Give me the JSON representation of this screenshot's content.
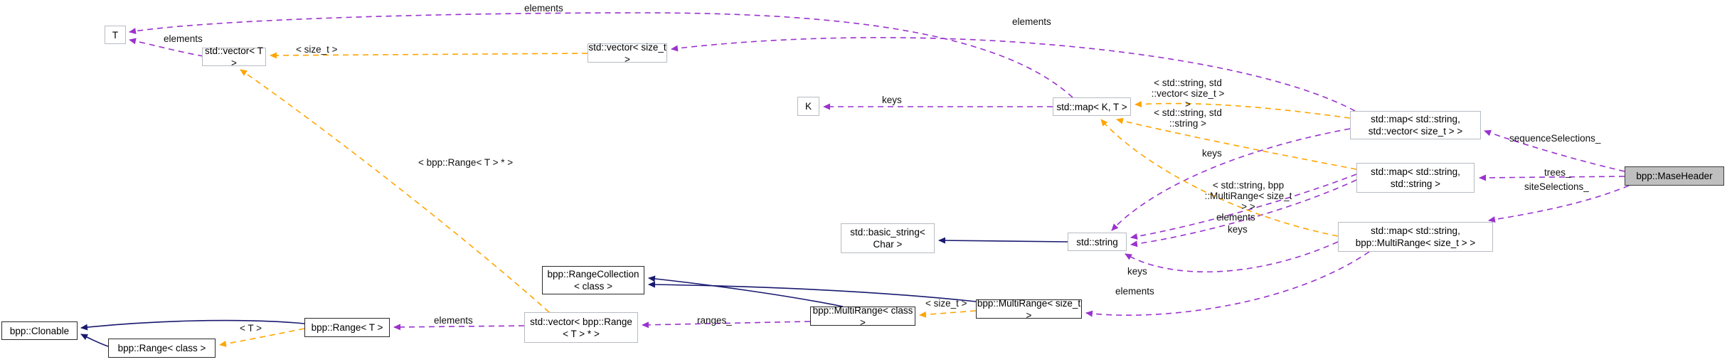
{
  "diagram": {
    "kind": "doxygen-collaboration-graph",
    "colors": {
      "inheritance_edge": "#191970",
      "usage_edge": "#9a32cd",
      "template_edge": "#ffa500",
      "node_border_external": "#b6bcc2",
      "node_border_bpp": "#2a2a2a",
      "current_node_fill": "#bfbfbf"
    },
    "nodes": [
      {
        "id": "t",
        "label": "T"
      },
      {
        "id": "vector-t",
        "label": "std::vector< T >"
      },
      {
        "id": "vector-size-t",
        "label": "std::vector< size_t >"
      },
      {
        "id": "k",
        "label": "K"
      },
      {
        "id": "map-k-t",
        "label": "std::map< K, T >"
      },
      {
        "id": "map-string-vector-size-t",
        "label": "std::map< std::string,\nstd::vector< size_t > >"
      },
      {
        "id": "map-string-string",
        "label": "std::map< std::string,\nstd::string >"
      },
      {
        "id": "map-string-multirange",
        "label": "std::map< std::string,\nbpp::MultiRange< size_t > >"
      },
      {
        "id": "mase-header",
        "label": "bpp::MaseHeader"
      },
      {
        "id": "basic-string",
        "label": "std::basic_string<\nChar >"
      },
      {
        "id": "string",
        "label": "std::string"
      },
      {
        "id": "range-collection",
        "label": "bpp::RangeCollection\n< class >"
      },
      {
        "id": "vector-range-ptr",
        "label": "std::vector< bpp::Range\n< T > * >"
      },
      {
        "id": "range-t",
        "label": "bpp::Range< T >"
      },
      {
        "id": "range-class",
        "label": "bpp::Range< class >"
      },
      {
        "id": "clonable",
        "label": "bpp::Clonable"
      },
      {
        "id": "multirange-class",
        "label": "bpp::MultiRange< class >"
      },
      {
        "id": "multirange-size-t",
        "label": "bpp::MultiRange< size_t >"
      }
    ],
    "edge_labels": [
      {
        "text": "elements"
      },
      {
        "text": "elements"
      },
      {
        "text": "< size_t >"
      },
      {
        "text": "elements"
      },
      {
        "text": "keys"
      },
      {
        "text": "< std::string, std\n::vector< size_t > >"
      },
      {
        "text": "< std::string, std\n::string >"
      },
      {
        "text": "keys"
      },
      {
        "text": "< std::string, bpp\n::MultiRange< size_t > >"
      },
      {
        "text": "elements"
      },
      {
        "text": "keys"
      },
      {
        "text": "sequenceSelections_"
      },
      {
        "text": "trees_"
      },
      {
        "text": "siteSelections_"
      },
      {
        "text": "keys"
      },
      {
        "text": "elements"
      },
      {
        "text": "< size_t >"
      },
      {
        "text": "elements"
      },
      {
        "text": "ranges_"
      },
      {
        "text": "< bpp::Range< T > * >"
      },
      {
        "text": "< T >"
      }
    ]
  }
}
